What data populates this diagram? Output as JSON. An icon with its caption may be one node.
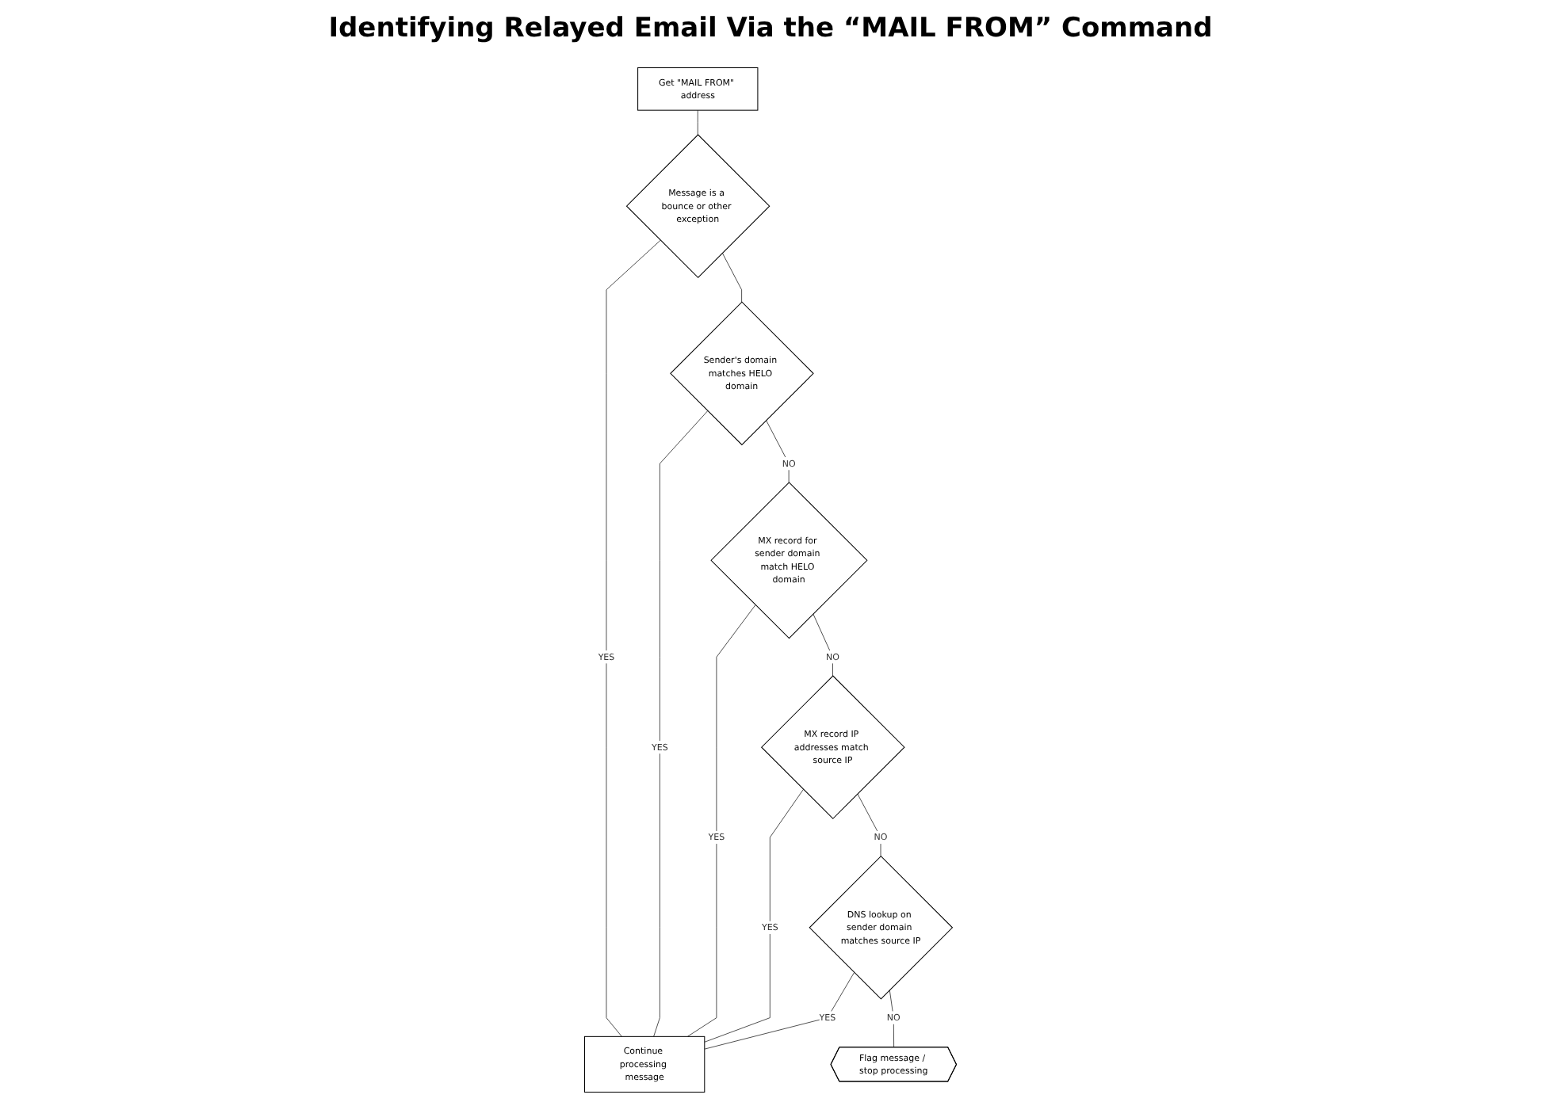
{
  "diagram": {
    "title": "Identifying Relayed Email Via the “MAIL FROM” Command",
    "nodes": [
      {
        "text": [
          "Get \"MAIL FROM\" address"
        ]
      },
      {
        "text": [
          "Message is a bounce or other exception"
        ]
      },
      {
        "text": [
          "Sender's domain matches HELO domain"
        ]
      },
      {
        "text": [
          "MX record for sender domain match HELO domain"
        ]
      },
      {
        "text": [
          "MX record IP addresses match source IP"
        ]
      },
      {
        "text": [
          "DNS lookup on sender domain matches source IP"
        ]
      },
      {
        "text": [
          "Continue processing message"
        ]
      },
      {
        "text": [
          "Flag message / stop processing"
        ]
      }
    ],
    "edges": [
      {
        "from": 0,
        "to": 1,
        "arrow": "none"
      },
      {
        "from": 1,
        "to": 6,
        "arrow": "none",
        "label": "YES"
      },
      {
        "from": 1,
        "to": 2,
        "arrow": "none"
      },
      {
        "from": 2,
        "to": 3,
        "arrow": "none",
        "label": "NO"
      },
      {
        "from": 3,
        "to": 4,
        "arrow": "none",
        "label": "NO"
      },
      {
        "from": 4,
        "to": 5,
        "arrow": "none",
        "label": "NO"
      },
      {
        "from": 5,
        "to": 7,
        "arrow": "none",
        "label": "NO"
      },
      {
        "from": 2,
        "to": 6,
        "arrow": "none",
        "label": "YES"
      },
      {
        "from": 3,
        "to": 6,
        "arrow": "none",
        "label": "YES"
      },
      {
        "from": 4,
        "to": 6,
        "arrow": "none",
        "label": "YES"
      },
      {
        "from": 5,
        "to": 6,
        "arrow": "none",
        "label": "YES"
      }
    ]
  }
}
